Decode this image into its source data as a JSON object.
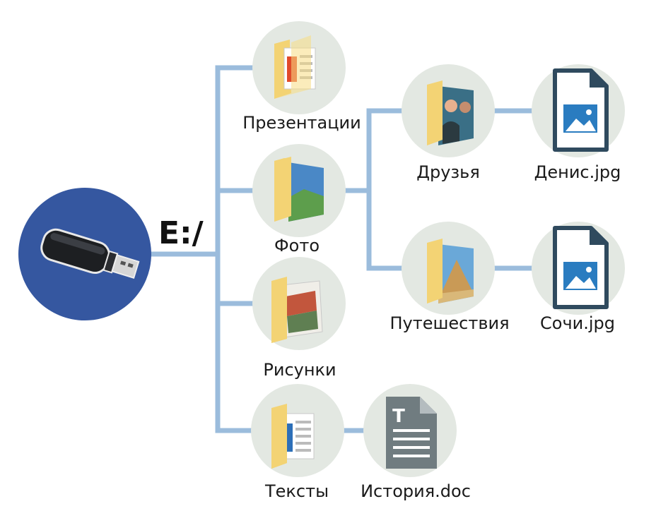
{
  "drive": {
    "label": "E:/",
    "icon": "usb-drive-icon"
  },
  "folders": [
    {
      "id": "presentations",
      "label": "Презентации",
      "icon": "folder-presentation-icon"
    },
    {
      "id": "photo",
      "label": "Фото",
      "icon": "folder-photo-icon"
    },
    {
      "id": "drawings",
      "label": "Рисунки",
      "icon": "folder-drawings-icon"
    },
    {
      "id": "texts",
      "label": "Тексты",
      "icon": "folder-texts-icon"
    }
  ],
  "subfolders": [
    {
      "id": "friends",
      "label": "Друзья",
      "icon": "folder-friends-icon"
    },
    {
      "id": "travel",
      "label": "Путешествия",
      "icon": "folder-travel-icon"
    }
  ],
  "files": [
    {
      "id": "denis",
      "label": "Денис.jpg",
      "icon": "image-file-icon"
    },
    {
      "id": "sochi",
      "label": "Сочи.jpg",
      "icon": "image-file-icon"
    },
    {
      "id": "history",
      "label": "История.doc",
      "icon": "text-document-icon"
    },
    {
      "id": "doc-letter",
      "label": "T",
      "icon": "text-document-icon"
    }
  ],
  "colors": {
    "connector": "#9bbcdc",
    "drive_circle": "#3557a0",
    "node_circle": "#e3e8e2",
    "folder": "#f3d374",
    "file_dark": "#2f4a5e",
    "file_image": "#2a7cc0",
    "doc_gray": "#707c80"
  }
}
